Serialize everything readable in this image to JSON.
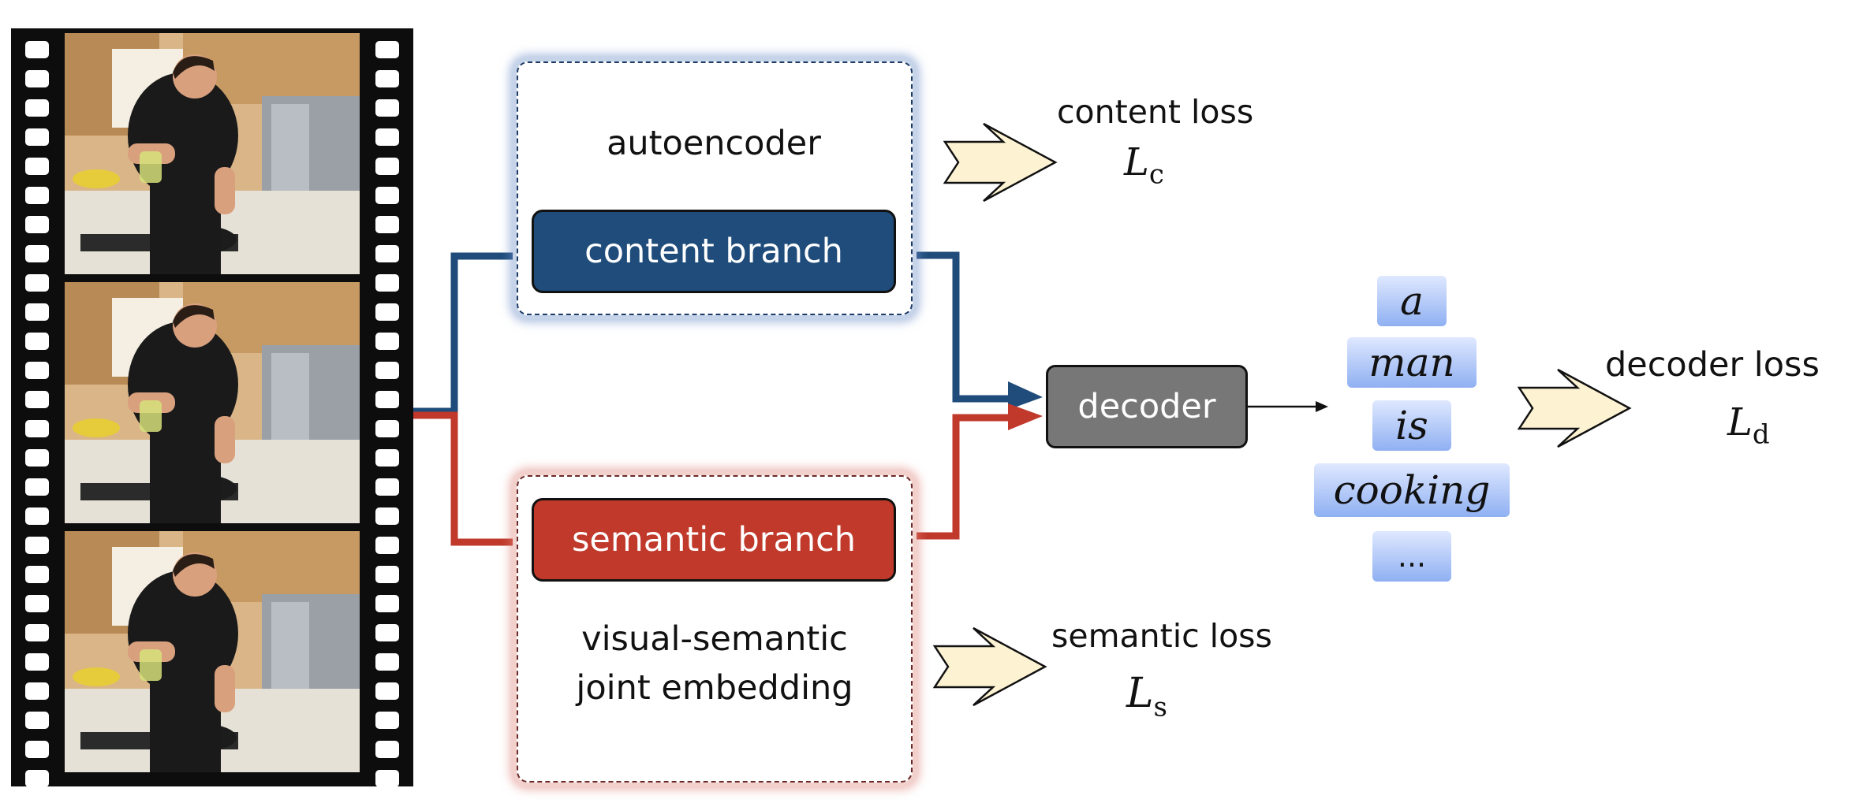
{
  "diagram": {
    "autoencoder_label": "autoencoder",
    "content_branch_label": "content branch",
    "semantic_branch_label": "semantic branch",
    "vse_label_line1": "visual-semantic",
    "vse_label_line2": "joint embedding",
    "decoder_label": "decoder",
    "caption_words": [
      "a",
      "man",
      "is",
      "cooking",
      "..."
    ],
    "losses": {
      "content": {
        "name": "content loss",
        "symbol": "L",
        "subscript": "c"
      },
      "semantic": {
        "name": "semantic loss",
        "symbol": "L",
        "subscript": "s"
      },
      "decoder": {
        "name": "decoder loss",
        "symbol": "L",
        "subscript": "d"
      }
    }
  },
  "colors": {
    "content_branch": "#1f4c7a",
    "semantic_branch": "#c0392b",
    "decoder": "#777777",
    "loss_arrow_fill": "#fdf3d2",
    "word_gradient_top": "#dfe8ff",
    "word_gradient_bottom": "#8fb0f2"
  },
  "icons": {
    "video_frames": "film-strip",
    "loss_arrow": "chevron-arrow"
  }
}
